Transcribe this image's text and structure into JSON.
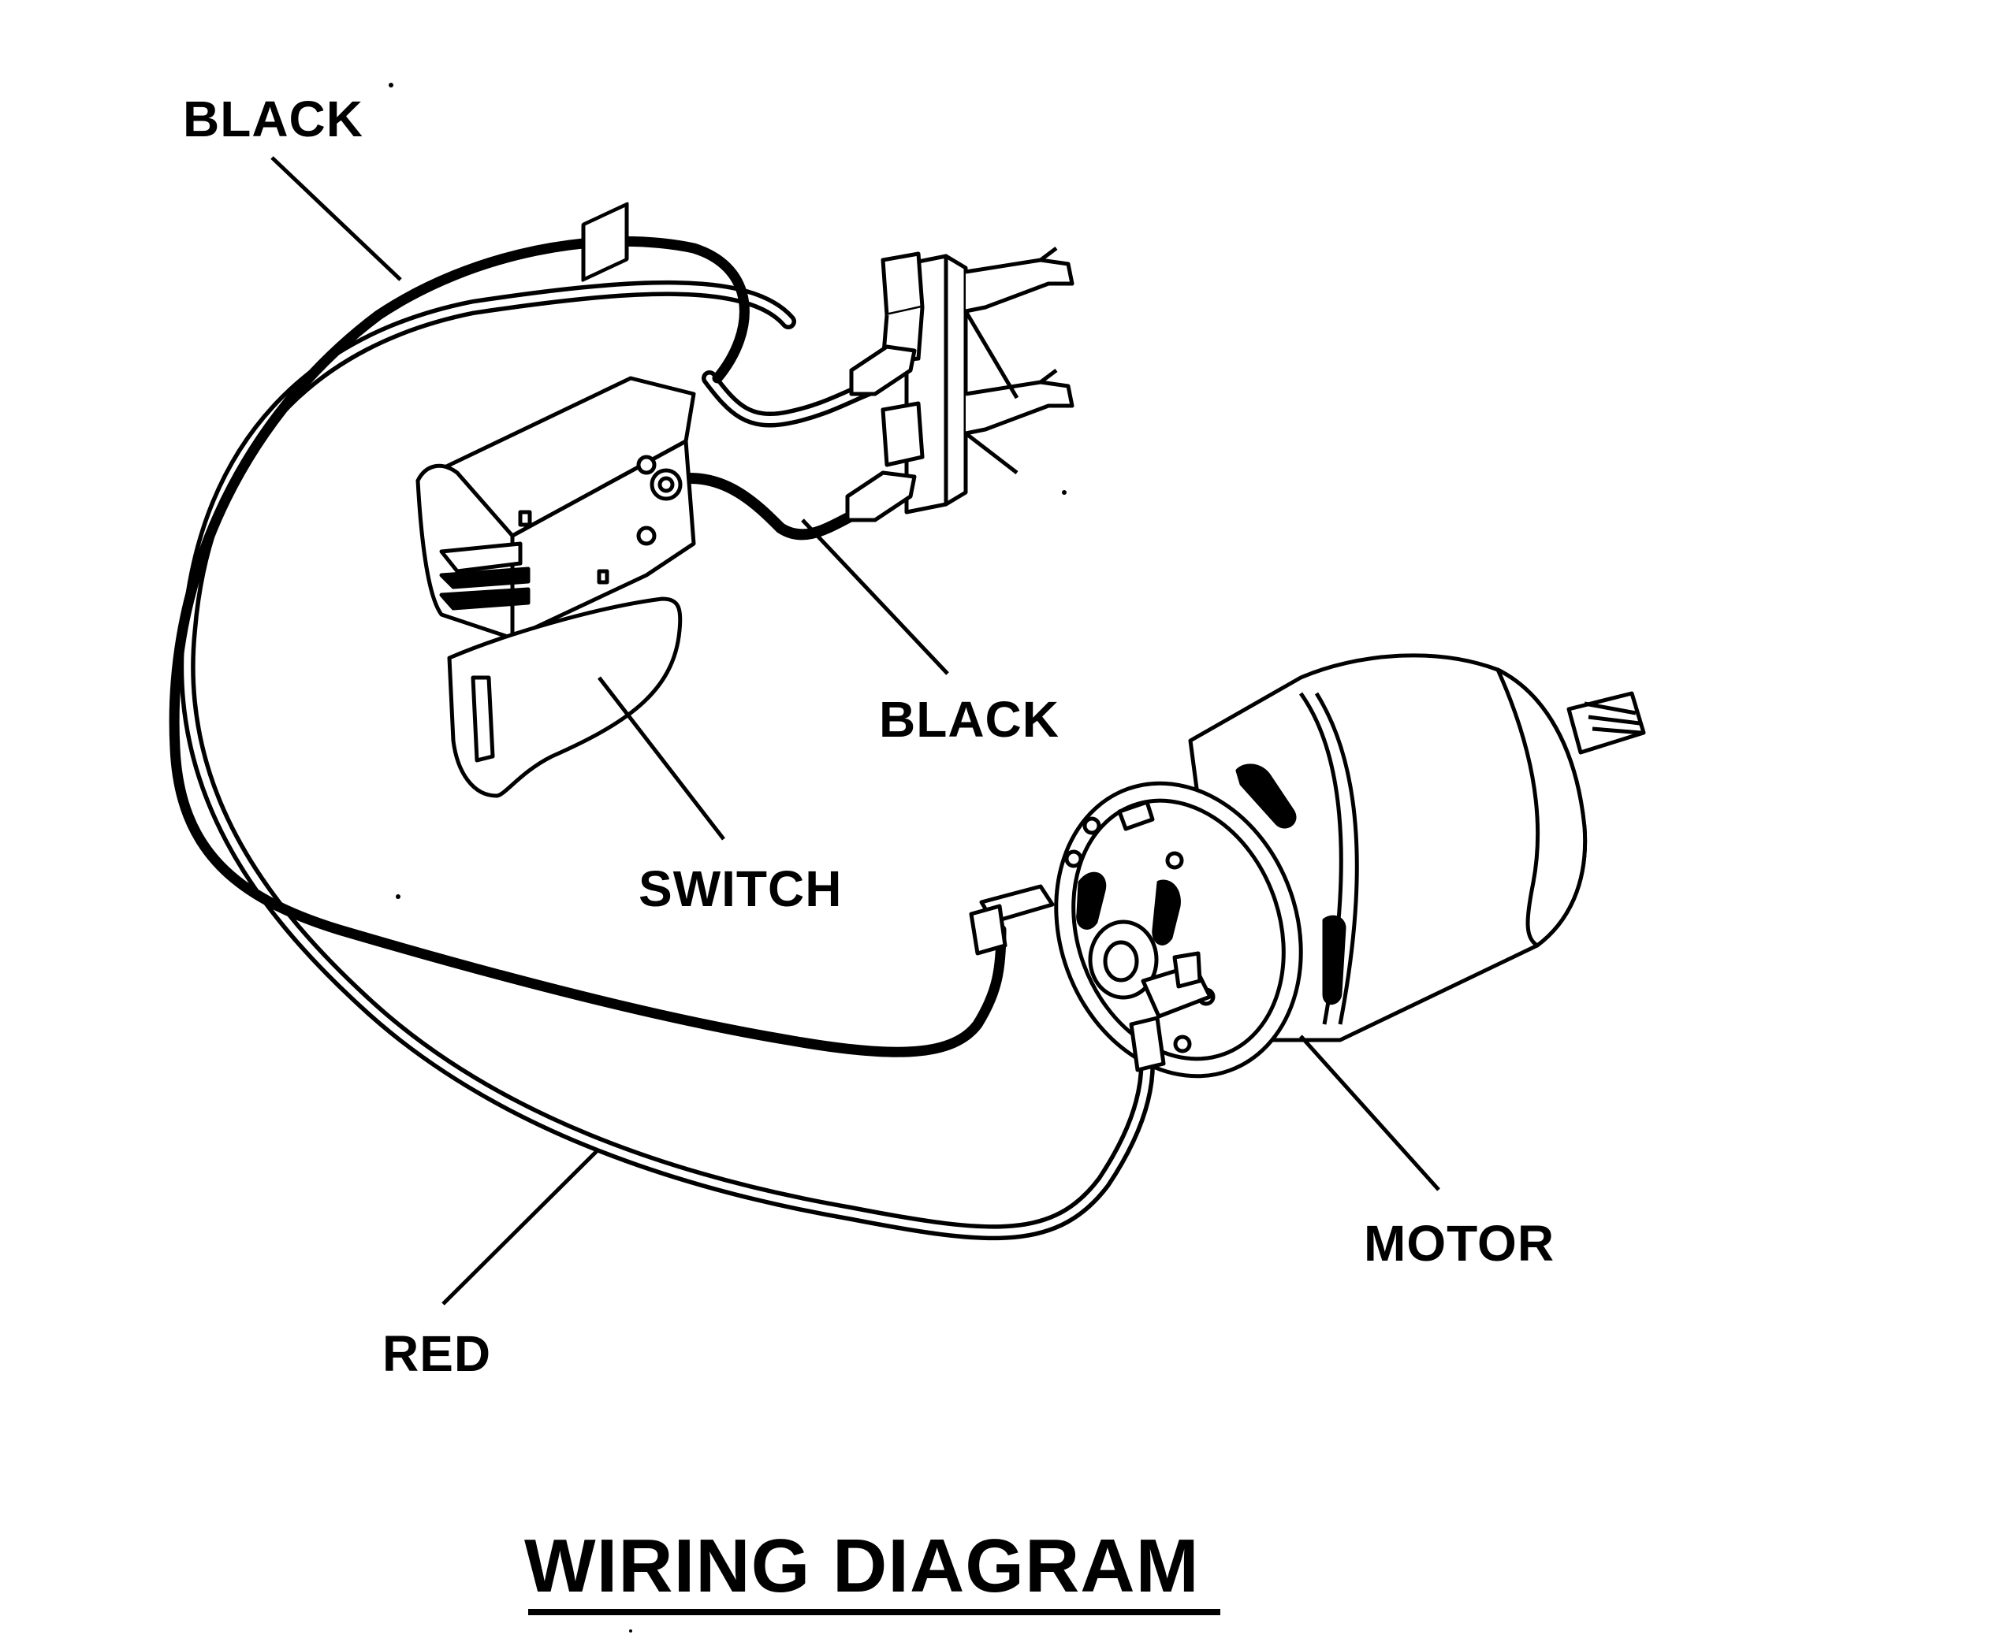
{
  "diagram": {
    "title": "WIRING DIAGRAM",
    "labels": {
      "black_top": "BLACK",
      "black_mid": "BLACK",
      "switch": "SWITCH",
      "motor": "MOTOR",
      "red": "RED"
    },
    "colors": {
      "ink": "#000000",
      "paper": "#ffffff"
    }
  }
}
